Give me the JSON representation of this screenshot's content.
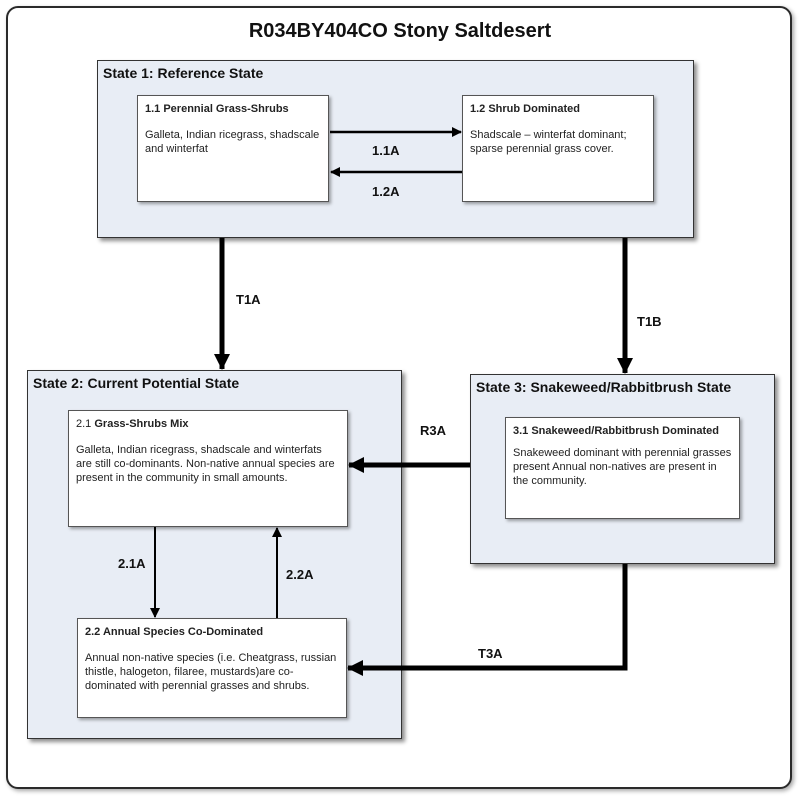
{
  "title": "R034BY404CO Stony Saltdesert",
  "states": {
    "s1": {
      "label": "State 1: Reference State",
      "p11": {
        "title": "1.1 Perennial Grass-Shrubs",
        "desc": "Galleta, Indian ricegrass, shadscale and winterfat"
      },
      "p12": {
        "title": "1.2 Shrub Dominated",
        "desc": "Shadscale – winterfat dominant; sparse perennial grass cover."
      }
    },
    "s2": {
      "label": "State 2: Current Potential State",
      "p21": {
        "num": "2.1",
        "title": "Grass-Shrubs Mix",
        "desc": "Galleta, Indian ricegrass, shadscale and winterfats are still co-dominants.  Non-native annual species are present in the community in small amounts."
      },
      "p22": {
        "title": "2.2 Annual Species Co-Dominated",
        "desc": "Annual non-native species (i.e. Cheatgrass, russian thistle, halogeton, filaree, mustards)are co-dominated with perennial grasses and shrubs."
      }
    },
    "s3": {
      "label": "State 3: Snakeweed/Rabbitbrush State",
      "p31": {
        "title": "3.1 Snakeweed/Rabbitbrush Dominated",
        "desc": "Snakeweed dominant with perennial grasses present  Annual non-natives are present in the community."
      }
    }
  },
  "transitions": {
    "t11a": "1.1A",
    "t12a": "1.2A",
    "t1a": "T1A",
    "t1b": "T1B",
    "t21a": "2.1A",
    "t22a": "2.2A",
    "r3a": "R3A",
    "t3a": "T3A"
  }
}
